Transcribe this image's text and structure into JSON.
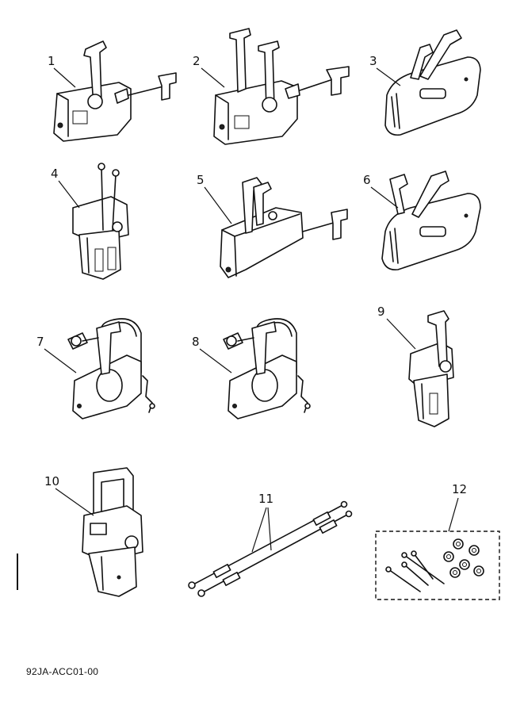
{
  "diagram": {
    "drawing_code": "92JA-ACC01-00",
    "callouts": [
      "1",
      "2",
      "3",
      "4",
      "5",
      "6",
      "7",
      "8",
      "9",
      "10",
      "11",
      "12"
    ]
  }
}
